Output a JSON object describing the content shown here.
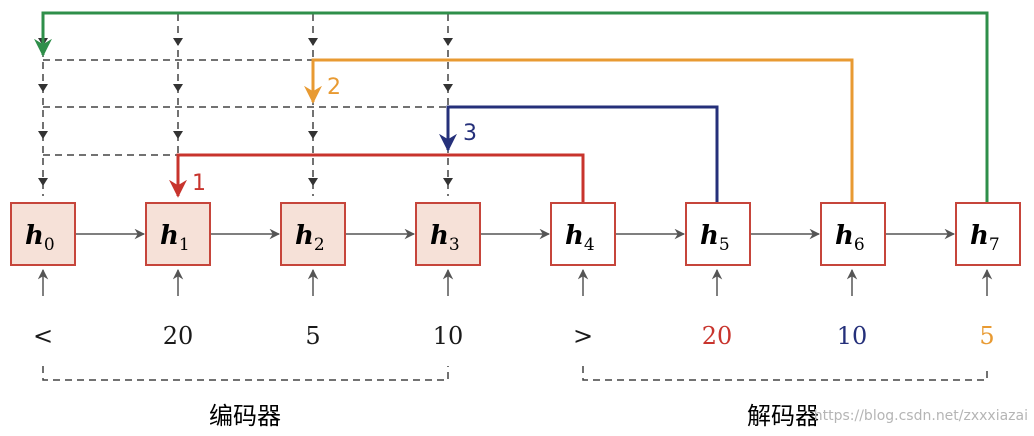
{
  "nodes": [
    {
      "main": "h",
      "sub": "0"
    },
    {
      "main": "h",
      "sub": "1"
    },
    {
      "main": "h",
      "sub": "2"
    },
    {
      "main": "h",
      "sub": "3"
    },
    {
      "main": "h",
      "sub": "4"
    },
    {
      "main": "h",
      "sub": "5"
    },
    {
      "main": "h",
      "sub": "6"
    },
    {
      "main": "h",
      "sub": "7"
    }
  ],
  "tokens": [
    {
      "text": "<",
      "color": "#1a1a1a"
    },
    {
      "text": "20",
      "color": "#1a1a1a"
    },
    {
      "text": "5",
      "color": "#1a1a1a"
    },
    {
      "text": "10",
      "color": "#1a1a1a"
    },
    {
      "text": ">",
      "color": "#1a1a1a"
    },
    {
      "text": "20",
      "color": "#c8342d"
    },
    {
      "text": "10",
      "color": "#25307a"
    },
    {
      "text": "5",
      "color": "#e89a32"
    }
  ],
  "groups": {
    "encoder": "编码器",
    "decoder": "解码器"
  },
  "attention_steps": [
    {
      "label": "1",
      "color": "#c8342d"
    },
    {
      "label": "2",
      "color": "#e89a32"
    },
    {
      "label": "3",
      "color": "#25307a"
    }
  ],
  "final_arrow_color": "#2f8f4a",
  "watermark": "https://blog.csdn.net/zxxxiazai"
}
